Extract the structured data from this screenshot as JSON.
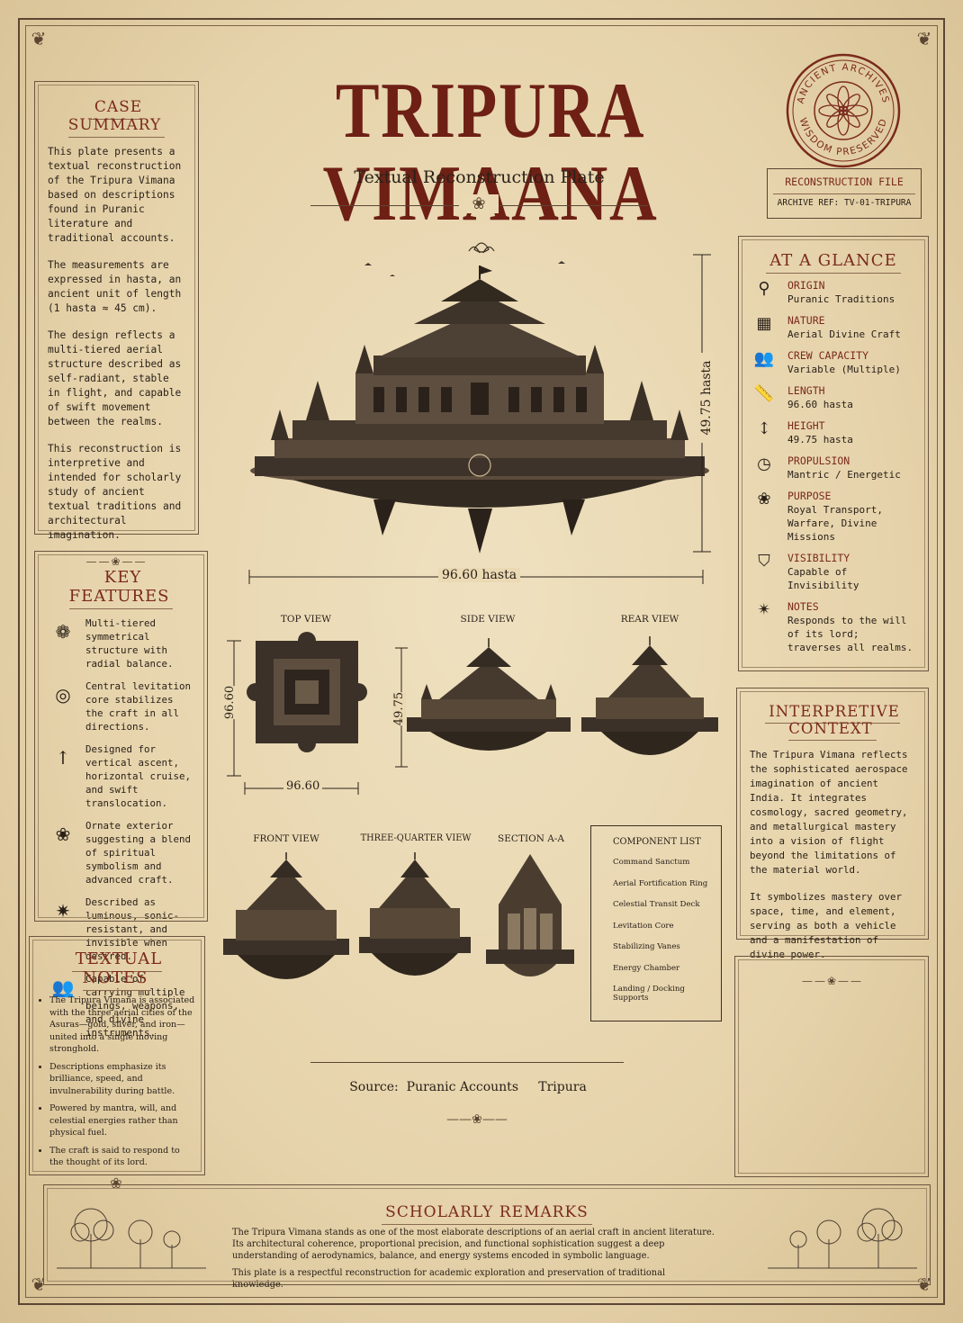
{
  "title": "TRIPURA VIMAANA",
  "subtitle": "Textual Reconstruction Plate",
  "seal": {
    "top_text": "ANCIENT ARCHIVES",
    "bottom_text": "WISDOM PRESERVED"
  },
  "reconstruction_file": {
    "title": "RECONSTRUCTION FILE",
    "ref": "ARCHIVE REF: TV-01-TRIPURA"
  },
  "case_summary": {
    "title": "CASE SUMMARY",
    "paragraphs": [
      "This plate presents a textual reconstruction of the Tripura Vimana based on descriptions found in Puranic literature and traditional accounts.",
      "The measurements are expressed in hasta, an ancient unit of length (1 hasta ≈ 45 cm).",
      "The design reflects a multi-tiered aerial structure described as self-radiant, stable in flight, and capable of swift movement between the realms.",
      "This reconstruction is interpretive and intended for scholarly study of ancient textual traditions and architectural imagination."
    ]
  },
  "key_features": {
    "title": "KEY FEATURES",
    "items": [
      {
        "icon": "lotus-mandala-icon",
        "text": "Multi-tiered symmetrical structure with radial balance."
      },
      {
        "icon": "target-core-icon",
        "text": "Central levitation core stabilizes the craft in all directions."
      },
      {
        "icon": "up-arrow-icon",
        "text": "Designed for vertical ascent, horizontal cruise, and swift translocation."
      },
      {
        "icon": "lotus-icon",
        "text": "Ornate exterior suggesting a blend of spiritual symbolism and advanced craft."
      },
      {
        "icon": "sparkle-icon",
        "text": "Described as luminous, sonic-resistant, and invisible when desired."
      },
      {
        "icon": "people-icon",
        "text": "Capable of carrying multiple beings, weapons, and divine instruments."
      }
    ]
  },
  "textual_notes": {
    "title": "TEXTUAL NOTES",
    "items": [
      "The Tripura Vimana is associated with the three aerial cities of the Asuras—gold, silver, and iron—united into a single moving stronghold.",
      "Descriptions emphasize its brilliance, speed, and invulnerability during battle.",
      "Powered by mantra, will, and celestial energies rather than physical fuel.",
      "The craft is said to respond to the thought of its lord."
    ]
  },
  "at_a_glance": {
    "title": "AT A GLANCE",
    "items": [
      {
        "icon": "location-pin-icon",
        "label": "ORIGIN",
        "value": "Puranic Traditions"
      },
      {
        "icon": "calendar-icon",
        "label": "NATURE",
        "value": "Aerial Divine Craft"
      },
      {
        "icon": "crew-icon",
        "label": "CREW CAPACITY",
        "value": "Variable (Multiple)"
      },
      {
        "icon": "ruler-icon",
        "label": "LENGTH",
        "value": "96.60 hasta"
      },
      {
        "icon": "height-icon",
        "label": "HEIGHT",
        "value": "49.75 hasta"
      },
      {
        "icon": "clock-icon",
        "label": "PROPULSION",
        "value": "Mantric / Energetic"
      },
      {
        "icon": "lotus-icon",
        "label": "PURPOSE",
        "value": "Royal Transport, Warfare, Divine Missions"
      },
      {
        "icon": "shield-icon",
        "label": "VISIBILITY",
        "value": "Capable of Invisibility"
      },
      {
        "icon": "star-icon",
        "label": "NOTES",
        "value": "Responds to the will of its lord; traverses all realms."
      }
    ]
  },
  "interpretive_context": {
    "title": "INTERPRETIVE CONTEXT",
    "paragraphs": [
      "The Tripura Vimana reflects the sophisticated aerospace imagination of ancient India. It integrates cosmology, sacred geometry, and metallurgical mastery into a vision of flight beyond the limitations of the material world.",
      "It symbolizes mastery over space, time, and element, serving as both a vehicle and a manifestation of divine power."
    ]
  },
  "main_drawing": {
    "length": "96.60 hasta",
    "height": "49.75 hasta"
  },
  "views": {
    "top": {
      "label": "TOP VIEW",
      "w": "96.60",
      "h": "96.60"
    },
    "side": {
      "label": "SIDE VIEW",
      "h": "49.75"
    },
    "rear": {
      "label": "REAR VIEW"
    },
    "front": {
      "label": "FRONT VIEW"
    },
    "three_quarter": {
      "label": "THREE-QUARTER VIEW"
    },
    "section": {
      "label": "SECTION A-A"
    }
  },
  "component_list": {
    "title": "COMPONENT LIST",
    "items": [
      "Command Sanctum",
      "Aerial Fortification Ring",
      "Celestial Transit Deck",
      "Levitation Core",
      "Stabilizing Vanes",
      "Energy Chamber",
      "Landing / Docking Supports"
    ]
  },
  "source": {
    "label": "Source:",
    "value1": "Puranic Accounts",
    "value2": "Tripura"
  },
  "scholarly_remarks": {
    "title": "SCHOLARLY REMARKS",
    "paragraphs": [
      "The Tripura Vimana stands as one of the most elaborate descriptions of an aerial craft in ancient literature. Its architectural coherence, proportional precision, and functional sophistication suggest a deep understanding of aerodynamics, balance, and energy systems encoded in symbolic language.",
      "This plate is a respectful reconstruction for academic exploration and preservation of traditional knowledge."
    ]
  }
}
